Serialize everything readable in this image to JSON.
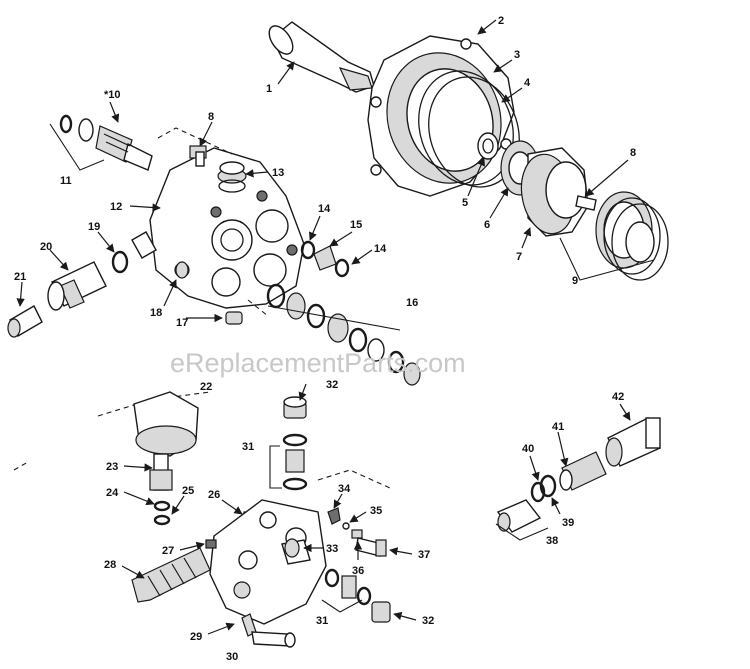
{
  "watermark": "eReplacementParts.com",
  "colors": {
    "ink": "#1a1a1a",
    "watermark": "#c8c8c8",
    "background": "#ffffff"
  },
  "callouts": [
    "1",
    "2",
    "3",
    "4",
    "5",
    "6",
    "7",
    "8",
    "8",
    "9",
    "*10",
    "11",
    "12",
    "13",
    "14",
    "14",
    "15",
    "16",
    "17",
    "18",
    "19",
    "20",
    "21",
    "22",
    "23",
    "24",
    "25",
    "26",
    "27",
    "28",
    "29",
    "30",
    "31",
    "31",
    "32",
    "32",
    "33",
    "34",
    "35",
    "36",
    "37",
    "38",
    "39",
    "40",
    "41",
    "42"
  ]
}
